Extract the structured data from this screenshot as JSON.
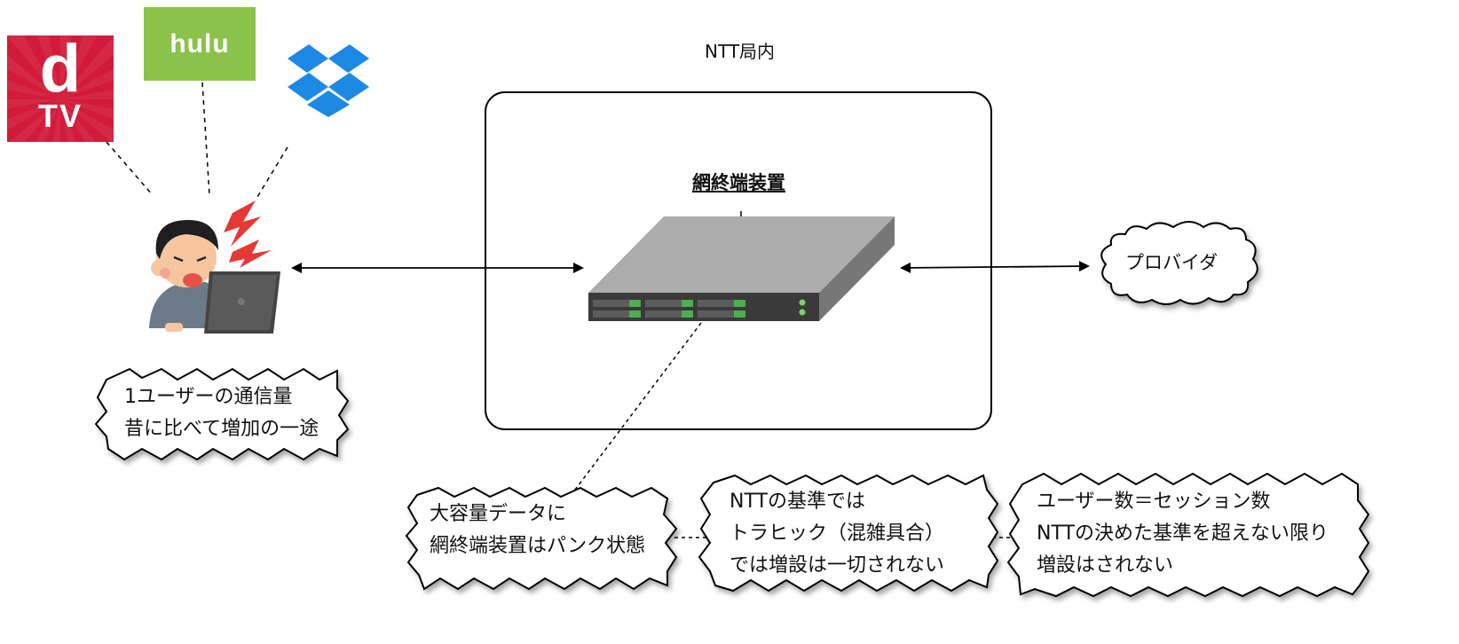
{
  "logos": {
    "dtv": {
      "letter": "d",
      "sub": "TV",
      "color": "#d21b3a"
    },
    "hulu": {
      "text": "hulu",
      "color": "#8bc34a"
    },
    "dropbox": {
      "icon": "dropbox-icon",
      "color": "#1e88e5"
    }
  },
  "ntt_area": {
    "label": "NTT局内"
  },
  "device": {
    "label": "網終端装置"
  },
  "provider": {
    "label": "プロバイダ"
  },
  "callouts": {
    "user": {
      "line1": "1ユーザーの通信量",
      "line2": "昔に比べて増加の一途"
    },
    "overload": {
      "line1": "大容量データに",
      "line2": "網終端装置はパンク状態"
    },
    "criteria": {
      "line1": "NTTの基準では",
      "line2": "トラヒック（混雑具合）",
      "line3": "では増設は一切されない"
    },
    "session": {
      "line1": "ユーザー数＝セッション数",
      "line2": "NTTの決めた基準を超えない限り",
      "line3": "増設はされない"
    }
  }
}
